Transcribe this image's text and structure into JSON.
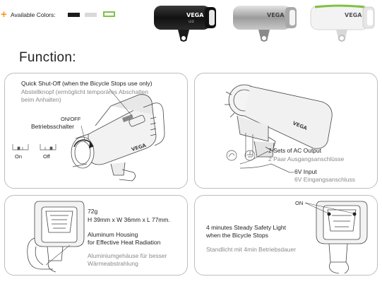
{
  "colors_section": {
    "plus_symbol": "+",
    "label": "Available Colors:",
    "swatches": [
      "#1c1c1c",
      "#d9d9d9",
      "#7ec242"
    ]
  },
  "products": [
    {
      "variant": "black",
      "logo": "VEGA",
      "model": "LED"
    },
    {
      "variant": "silver",
      "logo": "VEGA"
    },
    {
      "variant": "white-green",
      "logo": "VEGA"
    }
  ],
  "heading": "Function:",
  "card_switch": {
    "title_en": "Quick Shut-Off (when the Bicycle Stops use only)",
    "title_de_1": "Abstellknopf (ermöglicht temporäres Abschalten",
    "title_de_2": "beim Anhalten)",
    "switch_en": "ON/OFF",
    "switch_de": "Betriebsschalter",
    "state_on": "On",
    "state_off": "Off",
    "logo": "VEGA"
  },
  "card_output": {
    "ac_en": "2 Sets of AC Output",
    "ac_de": "2 Paar Ausgangsanschlüsse",
    "input_en": "6V Input",
    "input_de": "6V Eingangsanschluss",
    "logo": "VEGA"
  },
  "card_housing": {
    "weight": "72g",
    "dimensions": "H 39mm x W 36mm x L 77mm.",
    "housing_en_1": "Aluminum Housing",
    "housing_en_2": "for Effective Heat Radiation",
    "housing_de_1": "Aluminiumgehäuse für besser",
    "housing_de_2": "Wärmeabstrahlung"
  },
  "card_safety": {
    "light_en_1": "4 minutes Steady Safety Light",
    "light_en_2": "when the Bicycle Stops",
    "light_de": "Standlicht mit 4min Betriebsdauer",
    "on_label": "ON"
  }
}
